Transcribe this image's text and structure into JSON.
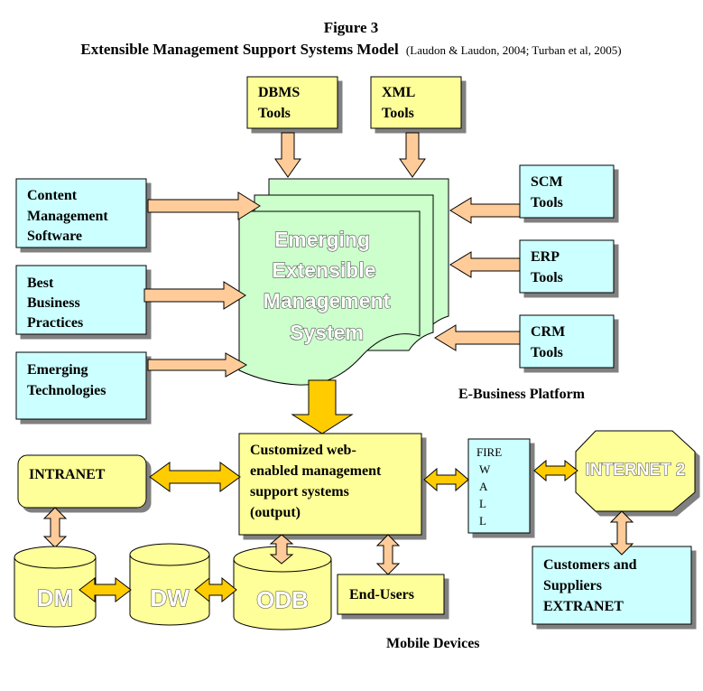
{
  "header": {
    "title": "Figure 3",
    "subtitle": "Extensible Management Support Systems Model",
    "citation": "(Laudon & Laudon, 2004; Turban et al, 2005)"
  },
  "top_tools": [
    {
      "line1": "DBMS",
      "line2": "Tools"
    },
    {
      "line1": "XML",
      "line2": "Tools"
    }
  ],
  "left_inputs": [
    {
      "lines": [
        "Content",
        "Management",
        "Software"
      ]
    },
    {
      "lines": [
        "Best",
        "Business",
        "Practices"
      ]
    },
    {
      "lines": [
        "Emerging",
        "Technologies"
      ]
    }
  ],
  "right_tools": [
    {
      "line1": "SCM",
      "line2": "Tools"
    },
    {
      "line1": "ERP",
      "line2": "Tools"
    },
    {
      "line1": "CRM",
      "line2": "Tools"
    }
  ],
  "center_system": {
    "lines": [
      "Emerging",
      "Extensible",
      "Management",
      "System"
    ]
  },
  "platform_label": "E-Business Platform",
  "output_box": {
    "lines": [
      "Customized web-",
      "enabled management",
      "support systems",
      "(output)"
    ]
  },
  "intranet": "INTRANET",
  "firewall": [
    "FIRE",
    "W",
    "A",
    "L",
    "L"
  ],
  "internet": "INTERNET 2",
  "extranet": {
    "lines": [
      "Customers and",
      "Suppliers",
      "EXTRANET"
    ]
  },
  "databases": [
    "DM",
    "DW",
    "ODB"
  ],
  "end_users": "End-Users",
  "mobile_devices": "Mobile Devices"
}
